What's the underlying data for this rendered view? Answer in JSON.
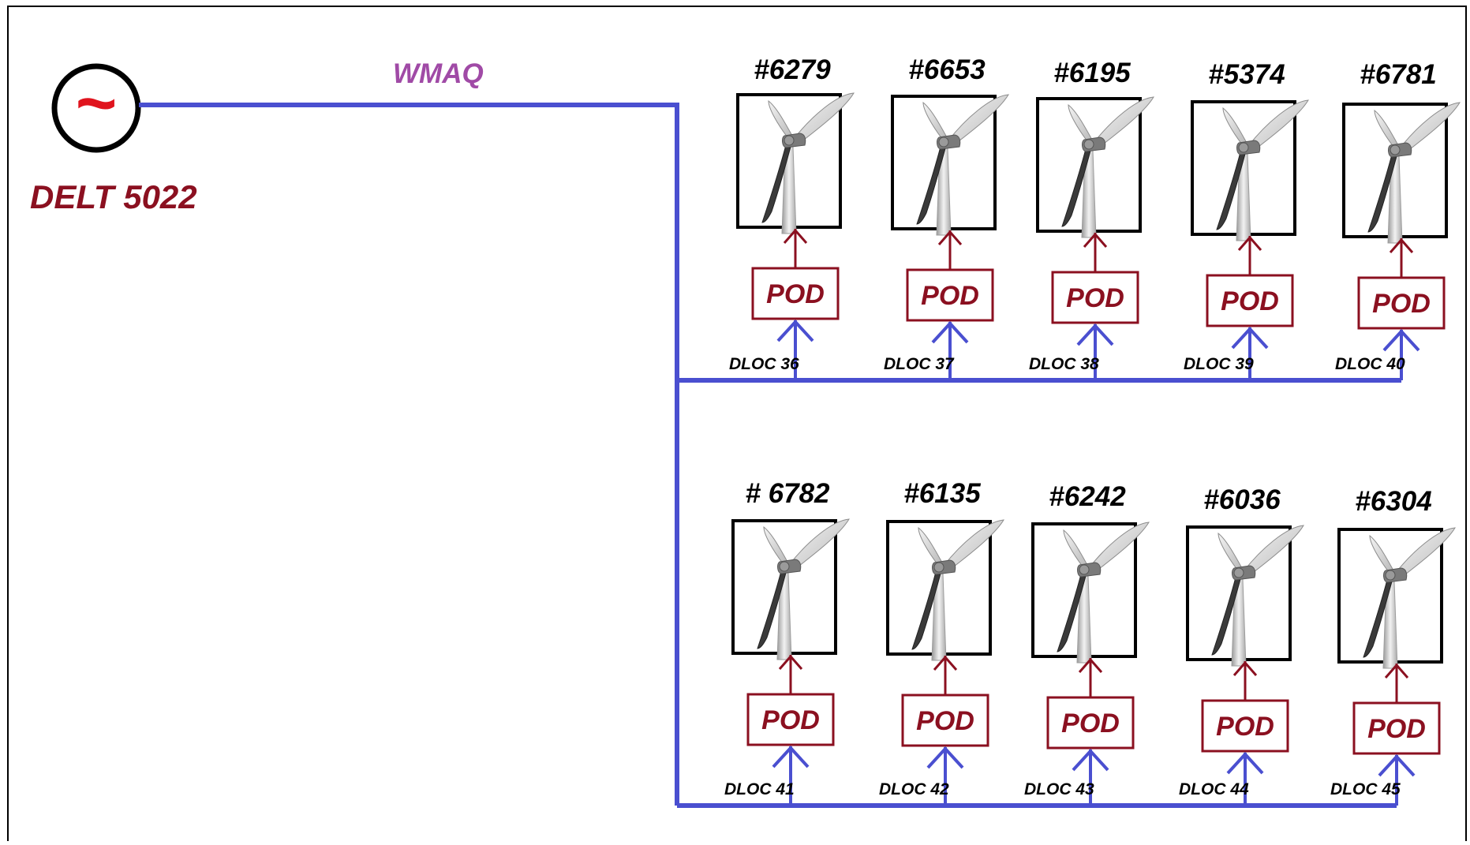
{
  "colors": {
    "feeder_line": "#4a4fd0",
    "pod": "#8b1020",
    "source_label": "#8b1020",
    "line_label": "#a04aa6",
    "generator_symbol": "#e0141e",
    "frame": "#000000"
  },
  "source": {
    "label": "DELT 5022",
    "symbol": "~",
    "icon": "ac-generator-icon"
  },
  "feeder": {
    "label": "WMAQ"
  },
  "rows": [
    {
      "turbines": [
        {
          "id": "#6279",
          "pod": "POD",
          "dloc": "DLOC 36"
        },
        {
          "id": "#6653",
          "pod": "POD",
          "dloc": "DLOC 37"
        },
        {
          "id": "#6195",
          "pod": "POD",
          "dloc": "DLOC 38"
        },
        {
          "id": "#5374",
          "pod": "POD",
          "dloc": "DLOC 39"
        },
        {
          "id": "#6781",
          "pod": "POD",
          "dloc": "DLOC 40"
        }
      ]
    },
    {
      "turbines": [
        {
          "id": "# 6782",
          "pod": "POD",
          "dloc": "DLOC 41"
        },
        {
          "id": "#6135",
          "pod": "POD",
          "dloc": "DLOC 42"
        },
        {
          "id": "#6242",
          "pod": "POD",
          "dloc": "DLOC 43"
        },
        {
          "id": "#6036",
          "pod": "POD",
          "dloc": "DLOC 44"
        },
        {
          "id": "#6304",
          "pod": "POD",
          "dloc": "DLOC 45"
        }
      ]
    }
  ],
  "turbine_icon": "wind-turbine-icon"
}
